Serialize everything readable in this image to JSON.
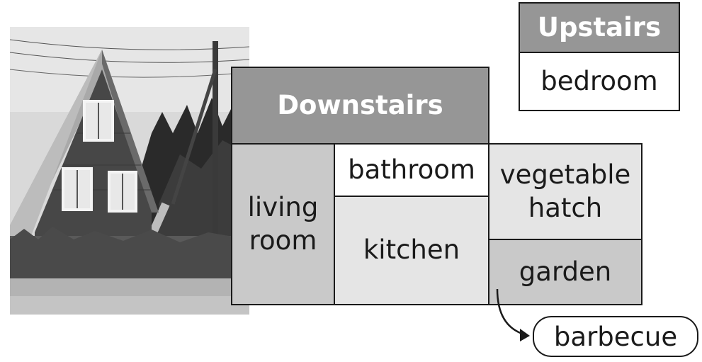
{
  "upstairs": {
    "header": "Upstairs",
    "rooms": [
      "bedroom"
    ]
  },
  "downstairs": {
    "header": "Downstairs",
    "rooms": {
      "living_room": "living room",
      "bathroom": "bathroom",
      "kitchen": "kitchen",
      "vegetable_hatch": "vegetable hatch",
      "garden": "garden"
    }
  },
  "outside": {
    "barbecue": "barbecue"
  },
  "colors": {
    "header_fill": "#969696",
    "dark_cell": "#c9c9c9",
    "light_cell": "#e5e5e5",
    "border": "#1a1a1a"
  }
}
